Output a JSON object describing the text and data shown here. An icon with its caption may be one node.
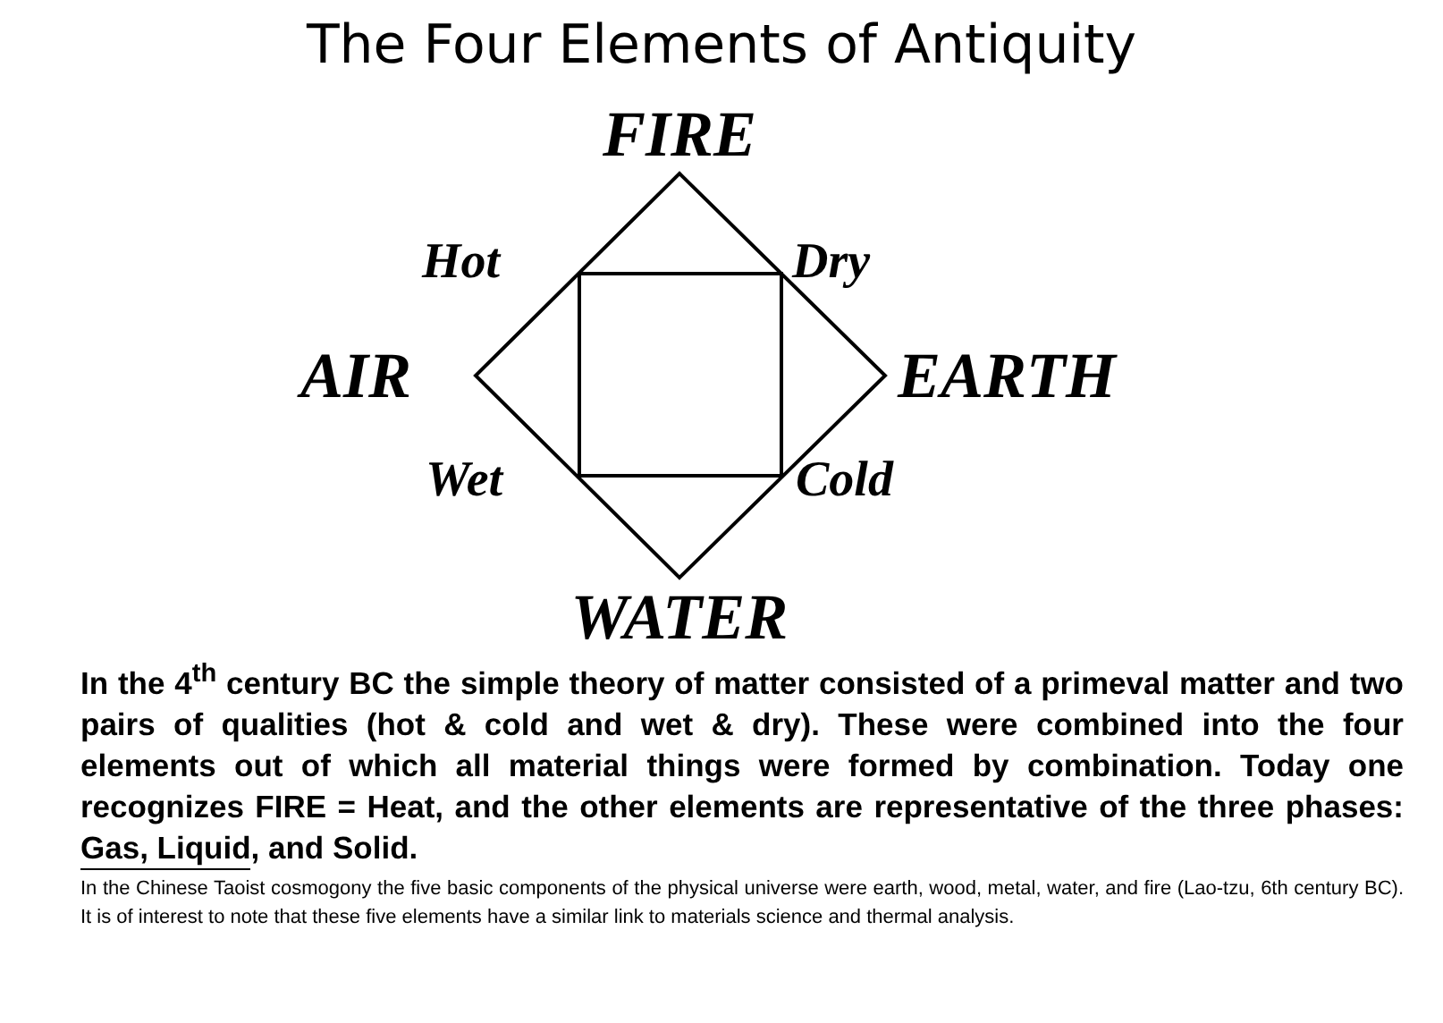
{
  "diagram": {
    "title": "The Four Elements of Antiquity",
    "labels": [
      "FIRE",
      "Hot",
      "Dry",
      "AIR",
      "EARTH",
      "Wet",
      "Cold",
      "WATER",
      "In the 4$^{th}$ century BC the simple theory of matter consisted of a primeval matter and two pairs of qualities (hot & cold and wet & dry).  These were combined into the four elements out of which all material things were formed by combination. Today one recognizes FIRE = Heat, and the other elements are representative of the three phases: Gas, Liquid, and Solid.",
      "In the Chinese Taoist cosmogony the five basic components of the physical universe were earth, wood, metal, water, and fire (Lao-tzu, 6th century BC). It is of interest to note that these five elements have a similar link to materials science and thermal analysis."
    ]
  }
}
